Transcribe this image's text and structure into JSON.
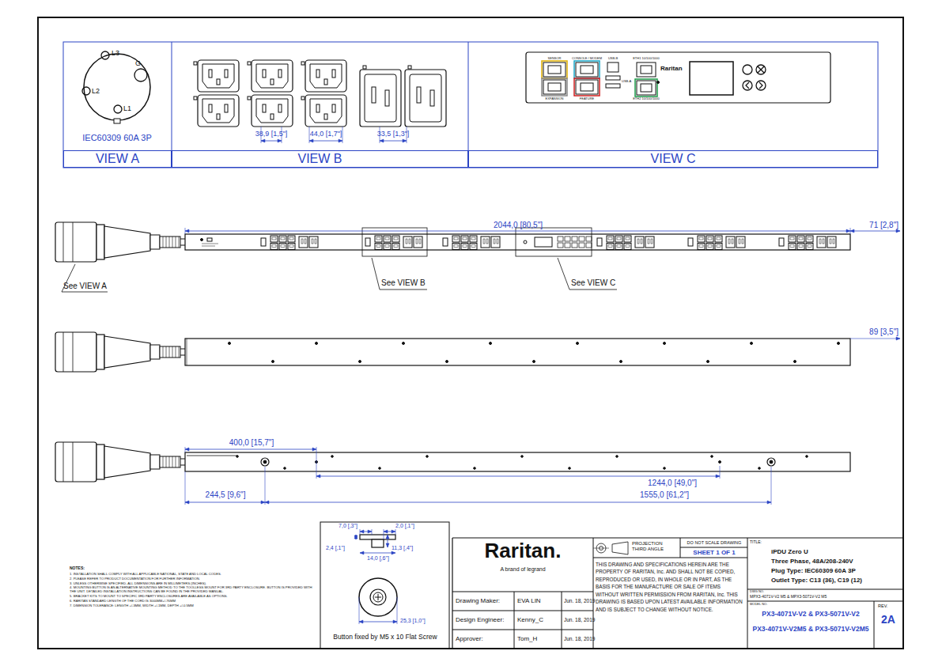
{
  "diagram": {
    "nodes": [
      {
        "text": [
          "VIEW A"
        ]
      },
      {
        "text": [
          "VIEW B"
        ]
      },
      {
        "text": [
          "VIEW C"
        ]
      }
    ],
    "labels": [
      "L3",
      "G",
      "L2",
      "L1",
      "IEC60309 60A 3P",
      "38,9 [1,5\"]",
      "44,0 [1,7\"]",
      "33,5 [1,3\"]",
      "SENSOR",
      "CONSOLE / MODEM",
      "USB-B",
      "ETH1 10/100/1000",
      "EXPANSION",
      "FEATURE",
      "USB-A",
      "ETH2 10/100/1000",
      "Raritan",
      "2044,0 [80,5\"]",
      "71 [2,8\"]",
      "See VIEW A",
      "See VIEW B",
      "See VIEW C",
      "89 [3,5\"]",
      "400,0 [15,7\"]",
      "1244,0 [49,0\"]",
      "244,5 [9,6\"]",
      "1555,0 [61,2\"]",
      "7,0 [,3\"]",
      "2,0 [,1\"]",
      "2,4 [,1\"]",
      "11,3 [,4\"]",
      "14,0 [,6\"]",
      "25,3 [1,0\"]",
      "Button fixed by M5 x 10 Flat Screw",
      "NOTES:",
      "1. INSTALLATION SHALL COMPLY WITH ALL APPLICABLE NATIONAL, STATE AND LOCAL CODES.",
      "2. PLEASE REFER TO PRODUCT DOCUMENTATION FOR FURTHER INFORMATION.",
      "3. UNLESS OTHERWISE SPECIFIED, ALL DIMENSIONS ARE IN MILLIMETERS (INCHES).",
      "4. MOUNTING BUTTON IS AN ALTERNATIVE MOUNTING METHOD TO THE TOOLLESS MOUNT FOR 3RD PARTY ENCLOSURE. BUTTON IS PROVIDED WITH THE UNIT. DETAILED INSTALLATION INSTRUCTIONS CAN BE FOUND IN THE PROVIDED MANUAL.",
      "5. BRACKET KITS TO MOUNT TO SPECIFIC 3RD PARTY ENCLOSURES ARE AVAILABLE AS OPTIONS.",
      "6. RARITAN STANDARD LENGTH OF THE CORD IS 3000MM+/-76MM",
      "7. DIMENSION TOLERANCE: LENGTH +/-3MM, WIDTH +/-1MM, DEPTH +/-0.5MM",
      "Raritan.",
      "A brand of legrand",
      "Drawing Maker:",
      "EVA LIN",
      "Jun. 18, 2019",
      "Design Engineer:",
      "Kenny_C",
      "Jun. 18, 2019",
      "Approver:",
      "Tom_H",
      "Jun. 18, 2019",
      "PROJECTION THIRD ANGLE",
      "DO NOT SCALE DRAWING",
      "SHEET 1 OF 1",
      "THIS DRAWING AND SPECIFICATIONS HEREIN ARE THE PROPERTY OF RARITAN, Inc. AND SHALL NOT BE COPIED, REPRODUCED OR USED, IN WHOLE OR IN PART, AS THE BASIS FOR THE MANUFACTURE OR SALE OF ITEMS WITHOUT WRITTEN PERMISSION FROM RARITAN, Inc. THIS DRAWING IS BASED UPON LATEST AVAILABLE INFORMATION AND IS SUBJECT TO CHANGE WITHOUT NOTICE.",
      "TITLE:",
      "iPDU Zero U",
      "Three Phase, 48A/208-240V",
      "Plug Type: IEC60309 60A 3P",
      "Outlet Type: C13 (36), C19 (12)",
      "DWG NO.",
      "MPX3-4071V-V2 M5 & MPX3-5071V-V2 M5",
      "MODEL NO.",
      "PX3-4071V-V2 & PX3-5071V-V2",
      "PX3-4071V-V2M5 & PX3-5071V-V2M5",
      "REV.",
      "2A"
    ]
  }
}
